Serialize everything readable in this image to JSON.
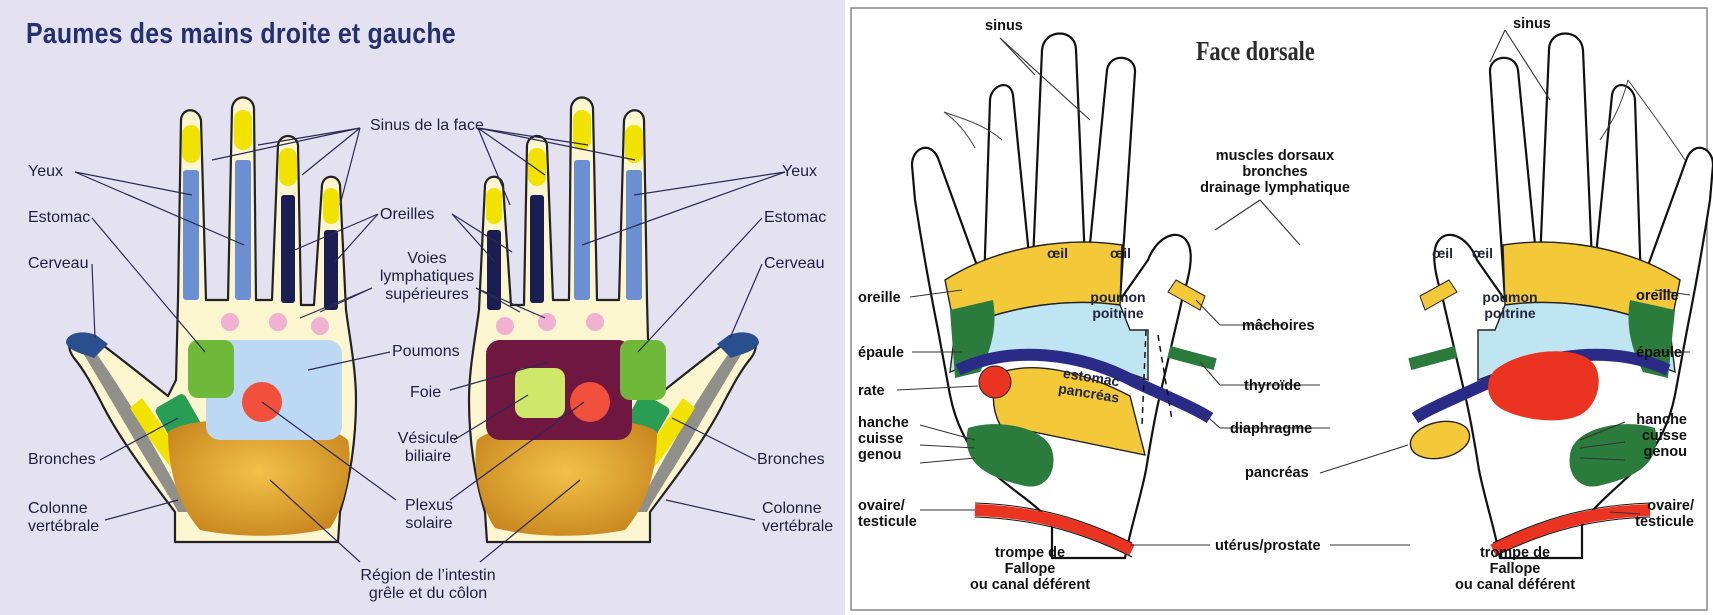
{
  "palms_panel": {
    "title": "Paumes des mains droite et gauche",
    "labels": {
      "sinus": "Sinus de la face",
      "yeux_left": "Yeux",
      "yeux_right": "Yeux",
      "estomac_left": "Estomac",
      "estomac_right": "Estomac",
      "cerveau_left": "Cerveau",
      "cerveau_right": "Cerveau",
      "oreilles": "Oreilles",
      "voies": [
        "Voies",
        "lymphatiques",
        "supérieures"
      ],
      "poumons": "Poumons",
      "foie": "Foie",
      "vesicule": [
        "Vésicule",
        "biliaire"
      ],
      "plexus": [
        "Plexus",
        "solaire"
      ],
      "bronches_left": "Bronches",
      "bronches_right": "Bronches",
      "colonne_left": [
        "Colonne",
        "vertébrale"
      ],
      "colonne_right": [
        "Colonne",
        "vertébrale"
      ],
      "intestin": [
        "Région de l’intestin",
        "grêle et du côlon"
      ]
    }
  },
  "dorsal_panel": {
    "title": "Face dorsale",
    "labels": {
      "sinus_left": "sinus",
      "sinus_right": "sinus",
      "muscles": [
        "muscles dorsaux",
        "bronches",
        "drainage lymphatique"
      ],
      "oreille_left": "oreille",
      "oreille_right": "oreille",
      "epaule_left": "épaule",
      "epaule_right": "épaule",
      "rate": "rate",
      "hanche_left": [
        "hanche",
        "cuisse",
        "genou"
      ],
      "hanche_right": [
        "hanche",
        "cuisse",
        "genou"
      ],
      "ovaire_left": [
        "ovaire/",
        "testicule"
      ],
      "ovaire_right": [
        "ovaire/",
        "testicule"
      ],
      "trompe_left": [
        "trompe de",
        "Fallope",
        "ou canal déférent"
      ],
      "trompe_right": [
        "trompe de",
        "Fallope",
        "ou canal déférent"
      ],
      "machoires": "mâchoires",
      "thyroide": "thyroïde",
      "diaphragme": "diaphragme",
      "pancreas": "pancréas",
      "uterus": "utérus/prostate"
    },
    "zones": {
      "oeil_1": "œil",
      "oeil_2": "œil",
      "oeil_3": "œil",
      "oeil_4": "œil",
      "poumon_left": [
        "poumon",
        "poitrine"
      ],
      "poumon_right": [
        "poumon",
        "poitrine"
      ],
      "estomac": [
        "estomac",
        "pancréas"
      ]
    }
  },
  "colors": {
    "palm_background": "#e4e1f1",
    "palm_skin": "#fbf6cf",
    "yellow": "#f1e200",
    "blue": "#6c8fd2",
    "navy": "#1b1e52",
    "pink": "#f0b2d0",
    "green": "#6eb83a",
    "light_blue": "#bcd8f2",
    "red": "#f0503c",
    "maroon": "#6f1740",
    "orange": "#dca131",
    "dorsal_yellow": "#f3c93a",
    "dorsal_cyan": "#bfe5f3",
    "dorsal_green": "#2a7b3c",
    "dorsal_red": "#ea3320",
    "dorsal_navy": "#2a2b86"
  }
}
